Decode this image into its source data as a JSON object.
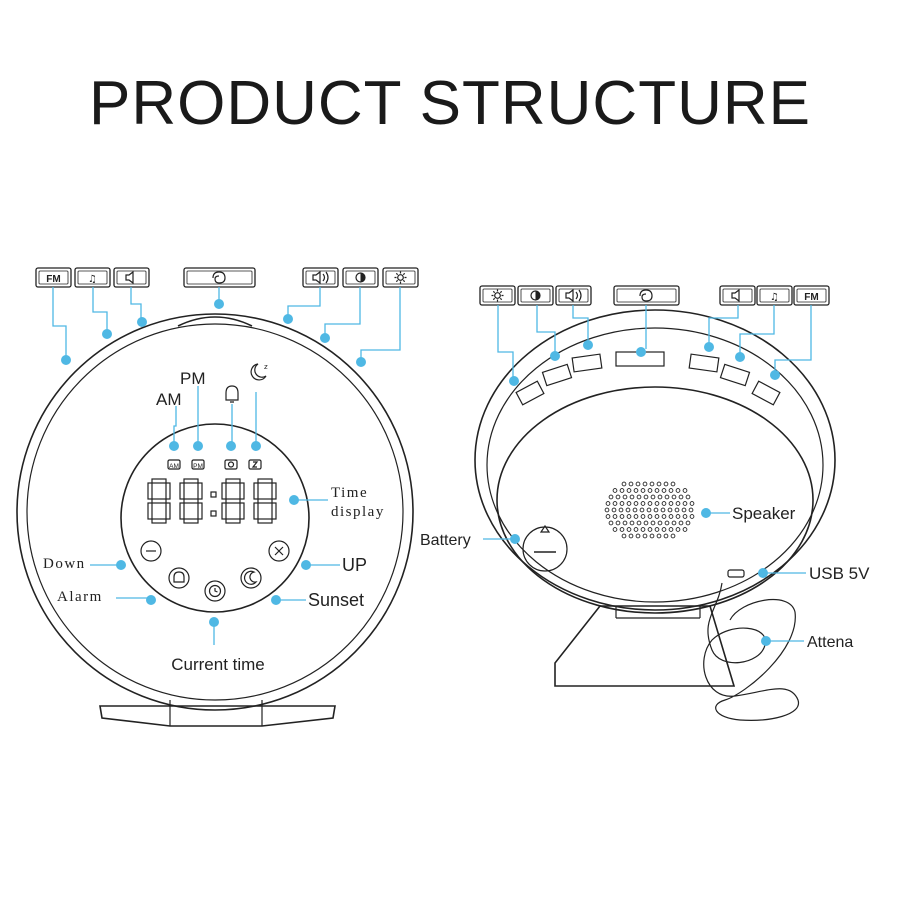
{
  "title": "PRODUCT STRUCTURE",
  "front": {
    "top_buttons": [
      {
        "label": "FM",
        "icon": ""
      },
      {
        "label": "",
        "icon": "music-note-icon"
      },
      {
        "label": "",
        "icon": "volume-low-icon"
      },
      {
        "label": "",
        "icon": "white-noise-icon"
      },
      {
        "label": "",
        "icon": "volume-high-icon"
      },
      {
        "label": "",
        "icon": "contrast-icon"
      },
      {
        "label": "",
        "icon": "brightness-icon"
      }
    ],
    "labels": {
      "pm": "PM",
      "am": "AM",
      "time_display_1": "Time",
      "time_display_2": "display",
      "down": "Down",
      "alarm": "Alarm",
      "up": "UP",
      "sunset": "Sunset",
      "current_time": "Current time"
    },
    "indicators": {
      "am": "AM",
      "pm": "PM"
    },
    "lcd_digits": "88:88"
  },
  "back": {
    "top_buttons": [
      {
        "label": "",
        "icon": "brightness-icon"
      },
      {
        "label": "",
        "icon": "contrast-icon"
      },
      {
        "label": "",
        "icon": "volume-high-icon"
      },
      {
        "label": "",
        "icon": "white-noise-icon"
      },
      {
        "label": "",
        "icon": "volume-low-icon"
      },
      {
        "label": "",
        "icon": "music-note-icon"
      },
      {
        "label": "FM",
        "icon": ""
      }
    ],
    "labels": {
      "battery": "Battery",
      "speaker": "Speaker",
      "usb": "USB 5V",
      "antenna": "Attena"
    }
  },
  "colors": {
    "leader": "#4fb8e4",
    "outline": "#222222"
  }
}
